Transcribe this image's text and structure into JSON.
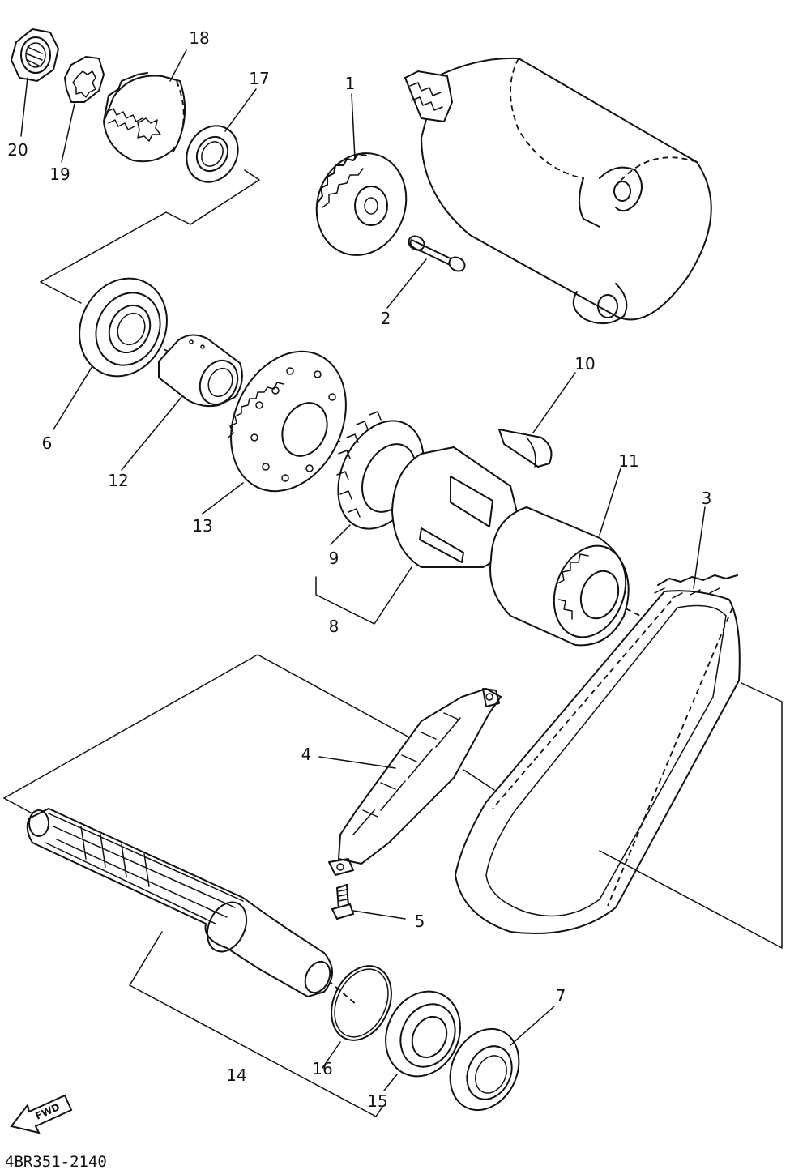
{
  "diagram": {
    "part_number_code": "4BR351-2140",
    "fwd_label": "FWD",
    "callouts": [
      {
        "id": "1",
        "text": "1"
      },
      {
        "id": "2",
        "text": "2"
      },
      {
        "id": "3",
        "text": "3"
      },
      {
        "id": "4",
        "text": "4"
      },
      {
        "id": "5",
        "text": "5"
      },
      {
        "id": "6",
        "text": "6"
      },
      {
        "id": "7",
        "text": "7"
      },
      {
        "id": "8",
        "text": "8"
      },
      {
        "id": "9",
        "text": "9"
      },
      {
        "id": "10",
        "text": "10"
      },
      {
        "id": "11",
        "text": "11"
      },
      {
        "id": "12",
        "text": "12"
      },
      {
        "id": "13",
        "text": "13"
      },
      {
        "id": "14",
        "text": "14"
      },
      {
        "id": "15",
        "text": "15"
      },
      {
        "id": "16",
        "text": "16"
      },
      {
        "id": "17",
        "text": "17"
      },
      {
        "id": "18",
        "text": "18"
      },
      {
        "id": "19",
        "text": "19"
      },
      {
        "id": "20",
        "text": "20"
      }
    ]
  }
}
